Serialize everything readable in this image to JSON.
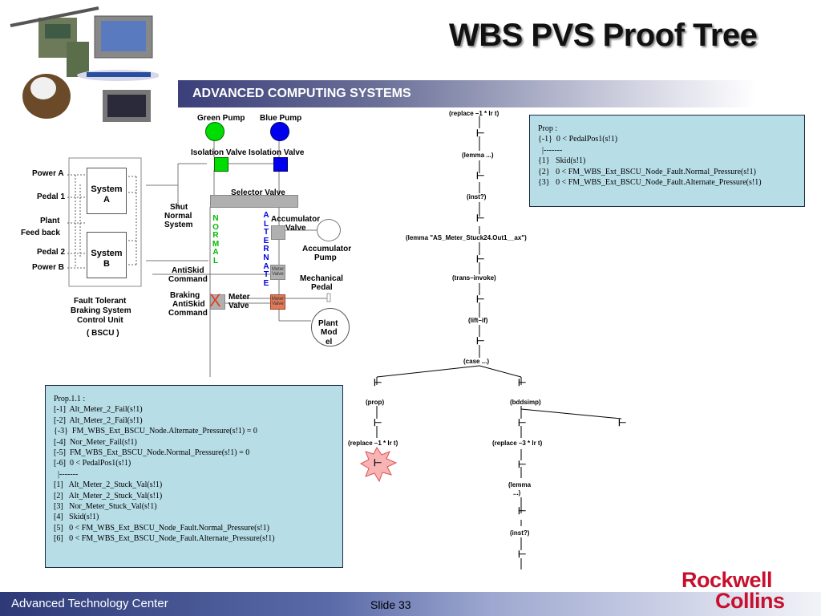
{
  "slide": {
    "title": "WBS PVS Proof Tree",
    "banner": "ADVANCED COMPUTING SYSTEMS",
    "footer_left": "Advanced Technology Center",
    "footer_slide": "Slide 33",
    "logo_line1": "Rockwell",
    "logo_line2": "Collins"
  },
  "diagram": {
    "green_pump": "Green Pump",
    "blue_pump": "Blue Pump",
    "iso_valve_1": "Isolation Valve",
    "iso_valve_2": "Isolation Valve",
    "power_a": "Power A",
    "pedal_1": "Pedal 1",
    "plant": "Plant",
    "feed_back": "Feed back",
    "pedal_2": "Pedal 2",
    "power_b": "Power B",
    "system_a": "System A",
    "system_b": "System B",
    "selector_valve": "Selector Valve",
    "shut": "Shut",
    "normal": "Normal",
    "system": "System",
    "normal_vertical": "NORMAL",
    "alternate_vertical": "ALTERNATE",
    "accumulator_valve_1": "Accumulator",
    "accumulator_valve_2": "Valve",
    "accumulator_pump_1": "Accumulator",
    "accumulator_pump_2": "Pump",
    "antiskid_cmd_1": "AntiSkid",
    "antiskid_cmd_2": "Command",
    "mechanical_pedal_1": "Mechanical",
    "mechanical_pedal_2": "Pedal",
    "braking_1": "Braking",
    "braking_2": "AntiSkid",
    "braking_3": "Command",
    "meter_valve_1": "Meter",
    "meter_valve_2": "Valve",
    "small_meter_1": "Meter",
    "small_meter_2": "Valve",
    "small_meter_3": "Meter",
    "small_meter_4": "Valve",
    "bscu_1": "Fault Tolerant",
    "bscu_2": "Braking System",
    "bscu_3": "Control Unit",
    "bscu_4": "( BSCU )",
    "plant_model_1": "Plant",
    "plant_model_2": "Mod",
    "plant_model_3": "el",
    "failed_mark": "X"
  },
  "prop_box": {
    "lines": [
      "Prop :",
      "",
      "{-1}  0 < PedalPos1(s!1)",
      "  |-------",
      "{1}   Skid(s!1)",
      "{2}   0 < FM_WBS_Ext_BSCU_Node_Fault.Normal_Pressure(s!1)",
      "{3}   0 < FM_WBS_Ext_BSCU_Node_Fault.Alternate_Pressure(s!1)"
    ]
  },
  "prop11_box": {
    "lines": [
      "Prop.1.1 :",
      "",
      "[-1]  Alt_Meter_2_Fail(s!1)",
      "[-2]  Alt_Meter_2_Fail(s!1)",
      "{-3}  FM_WBS_Ext_BSCU_Node.Alternate_Pressure(s!1) = 0",
      "[-4]  Nor_Meter_Fail(s!1)",
      "[-5]  FM_WBS_Ext_BSCU_Node.Normal_Pressure(s!1) = 0",
      "[-6]  0 < PedalPos1(s!1)",
      "  |-------",
      "[1]   Alt_Meter_2_Stuck_Val(s!1)",
      "[2]   Alt_Meter_2_Stuck_Val(s!1)",
      "[3]   Nor_Meter_Stuck_Val(s!1)",
      "[4]   Skid(s!1)",
      "[5]   0 < FM_WBS_Ext_BSCU_Node_Fault.Normal_Pressure(s!1)",
      "[6]   0 < FM_WBS_Ext_BSCU_Node_Fault.Alternate_Pressure(s!1)"
    ]
  },
  "proof_tree": {
    "step_replace1": "(replace –1 * lr t)",
    "step_lemma1": "(lemma ...)",
    "step_inst1": "(inst?)",
    "step_lemma2": "(lemma \"AS_Meter_Stuck24.Out1__ax\")",
    "step_trans": "(trans–invoke)",
    "step_lift": "(lift–if)",
    "step_case": "(case ...)",
    "step_prop": "(prop)",
    "step_bddsimp": "(bddsimp)",
    "step_replace2": "(replace –1 * lr t)",
    "step_replace3": "(replace –3 * lr t)",
    "step_lemma3_a": "(lemma",
    "step_lemma3_b": "...)",
    "step_inst2": "(inst?)",
    "turnstile": "⊢"
  },
  "colors": {
    "green_pump": "#00dd00",
    "blue_pump": "#0000ee",
    "failed_valve": "#e04020",
    "prop_box_bg": "#b7dde6",
    "logo_red": "#c8102e"
  }
}
